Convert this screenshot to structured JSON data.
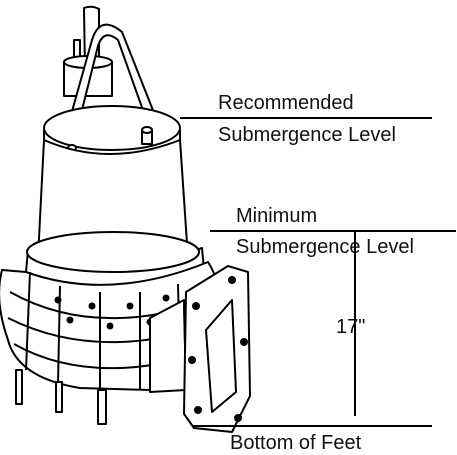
{
  "labels": {
    "recommended_line1": "Recommended",
    "recommended_line2": "Submergence Level",
    "minimum_line1": "Minimum",
    "minimum_line2": "Submergence Level",
    "dimension": "17\"",
    "bottom": "Bottom of Feet"
  },
  "colors": {
    "line": "#000000",
    "pump_fill": "#ffffff",
    "text": "#111111"
  }
}
